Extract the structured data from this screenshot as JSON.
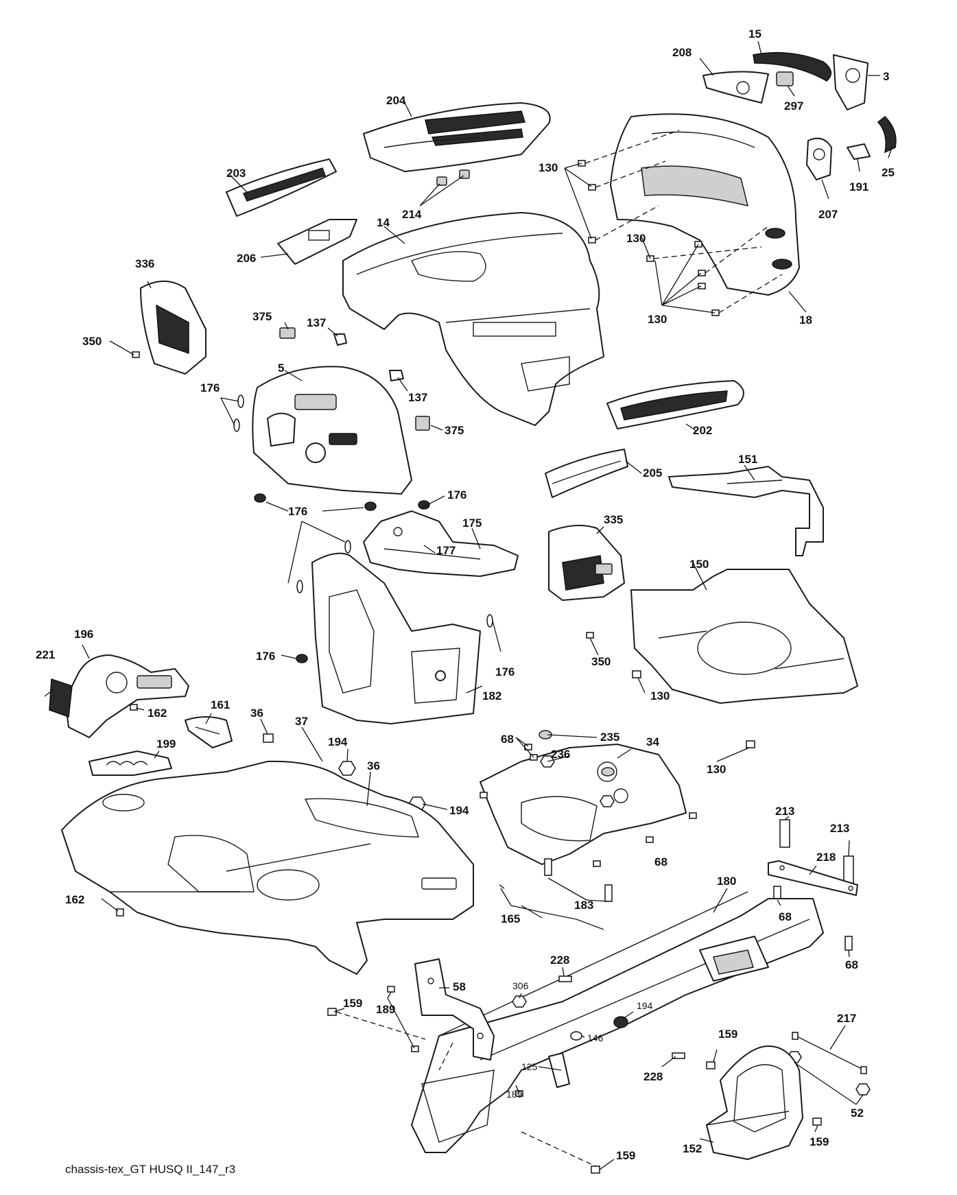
{
  "caption": "chassis-tex_GT HUSQ II_147_r3",
  "callouts": [
    {
      "id": "c15",
      "text": "15"
    },
    {
      "id": "c3",
      "text": "3"
    },
    {
      "id": "c208",
      "text": "208"
    },
    {
      "id": "c297",
      "text": "297"
    },
    {
      "id": "c25",
      "text": "25"
    },
    {
      "id": "c191",
      "text": "191"
    },
    {
      "id": "c207",
      "text": "207"
    },
    {
      "id": "c204",
      "text": "204"
    },
    {
      "id": "c203",
      "text": "203"
    },
    {
      "id": "c214",
      "text": "214"
    },
    {
      "id": "c14",
      "text": "14"
    },
    {
      "id": "c206",
      "text": "206"
    },
    {
      "id": "c130a",
      "text": "130"
    },
    {
      "id": "c130b",
      "text": "130"
    },
    {
      "id": "c130c",
      "text": "130"
    },
    {
      "id": "c18",
      "text": "18"
    },
    {
      "id": "c336",
      "text": "336"
    },
    {
      "id": "c350a",
      "text": "350"
    },
    {
      "id": "c375a",
      "text": "375"
    },
    {
      "id": "c137a",
      "text": "137"
    },
    {
      "id": "c5",
      "text": "5"
    },
    {
      "id": "c137b",
      "text": "137"
    },
    {
      "id": "c176a",
      "text": "176"
    },
    {
      "id": "c375b",
      "text": "375"
    },
    {
      "id": "c202",
      "text": "202"
    },
    {
      "id": "c205",
      "text": "205"
    },
    {
      "id": "c151",
      "text": "151"
    },
    {
      "id": "c176b",
      "text": "176"
    },
    {
      "id": "c176c",
      "text": "176"
    },
    {
      "id": "c177",
      "text": "177"
    },
    {
      "id": "c175",
      "text": "175"
    },
    {
      "id": "c335",
      "text": "335"
    },
    {
      "id": "c150",
      "text": "150"
    },
    {
      "id": "c196",
      "text": "196"
    },
    {
      "id": "c221",
      "text": "221"
    },
    {
      "id": "c176d",
      "text": "176"
    },
    {
      "id": "c176e",
      "text": "176"
    },
    {
      "id": "c350b",
      "text": "350"
    },
    {
      "id": "c130d",
      "text": "130"
    },
    {
      "id": "c182",
      "text": "182"
    },
    {
      "id": "c162a",
      "text": "162"
    },
    {
      "id": "c161",
      "text": "161"
    },
    {
      "id": "c36a",
      "text": "36"
    },
    {
      "id": "c37",
      "text": "37"
    },
    {
      "id": "c194a",
      "text": "194"
    },
    {
      "id": "c199",
      "text": "199"
    },
    {
      "id": "c36b",
      "text": "36"
    },
    {
      "id": "c194b",
      "text": "194"
    },
    {
      "id": "c68a",
      "text": "68"
    },
    {
      "id": "c235",
      "text": "235"
    },
    {
      "id": "c34",
      "text": "34"
    },
    {
      "id": "c236",
      "text": "236"
    },
    {
      "id": "c130e",
      "text": "130"
    },
    {
      "id": "c213a",
      "text": "213"
    },
    {
      "id": "c213b",
      "text": "213"
    },
    {
      "id": "c218",
      "text": "218"
    },
    {
      "id": "c68b",
      "text": "68"
    },
    {
      "id": "c162b",
      "text": "162"
    },
    {
      "id": "c183",
      "text": "183"
    },
    {
      "id": "c180",
      "text": "180"
    },
    {
      "id": "c165",
      "text": "165"
    },
    {
      "id": "c68c",
      "text": "68"
    },
    {
      "id": "c68d",
      "text": "68"
    },
    {
      "id": "c228a",
      "text": "228"
    },
    {
      "id": "c58",
      "text": "58"
    },
    {
      "id": "c306",
      "text": "306"
    },
    {
      "id": "c194c",
      "text": "194"
    },
    {
      "id": "c159a",
      "text": "159"
    },
    {
      "id": "c189a",
      "text": "189"
    },
    {
      "id": "c146",
      "text": "146"
    },
    {
      "id": "c125",
      "text": "125"
    },
    {
      "id": "c159b",
      "text": "159"
    },
    {
      "id": "c217",
      "text": "217"
    },
    {
      "id": "c228b",
      "text": "228"
    },
    {
      "id": "c189b",
      "text": "189"
    },
    {
      "id": "c52",
      "text": "52"
    },
    {
      "id": "c159c",
      "text": "159"
    },
    {
      "id": "c159d",
      "text": "159"
    },
    {
      "id": "c152",
      "text": "152"
    }
  ]
}
